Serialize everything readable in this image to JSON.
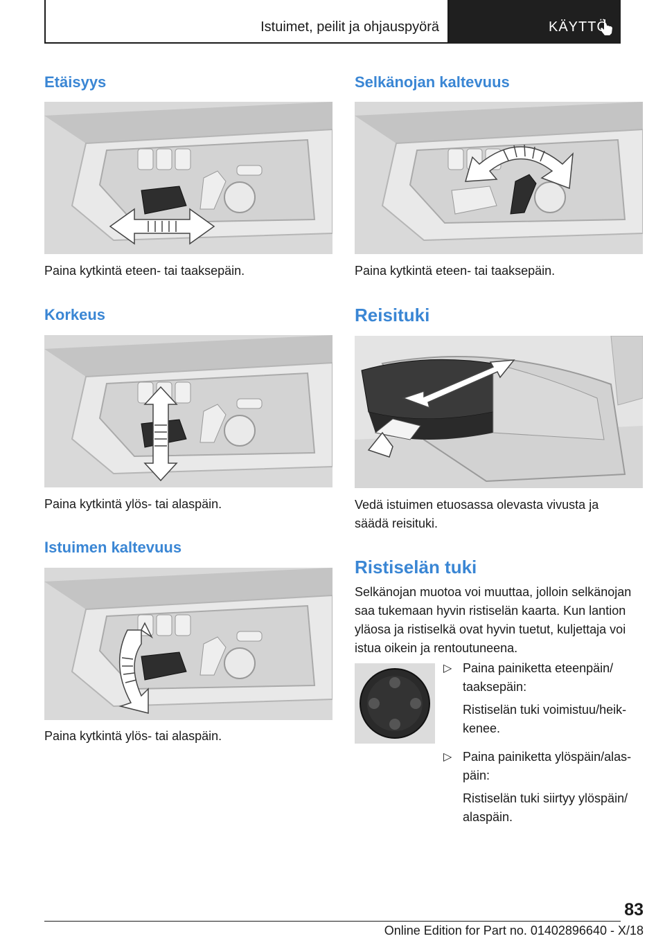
{
  "header": {
    "title": "Istuimet, peilit ja ohjauspyörä",
    "tab_label": "KÄYTTÖ",
    "tab_icon": "pointing-hand-icon"
  },
  "left": {
    "s1_heading": "Etäisyys",
    "s1_caption": "Paina kytkintä eteen- tai taaksepäin.",
    "s2_heading": "Korkeus",
    "s2_caption": "Paina kytkintä ylös- tai alaspäin.",
    "s3_heading": "Istuimen kaltevuus",
    "s3_caption": "Paina kytkintä ylös- tai alaspäin."
  },
  "right": {
    "s1_heading": "Selkänojan kaltevuus",
    "s1_caption": "Paina kytkintä eteen- tai taaksepäin.",
    "s2_heading": "Reisituki",
    "s2_caption": "Vedä istuimen etuosassa olevasta vivusta ja säädä reisituki.",
    "s3_heading": "Ristiselän tuki",
    "s3_text": "Selkänojan muotoa voi muuttaa, jolloin selkäno­jan saa tukemaan hyvin ristiselän kaarta. Kun lan­tion yläosa ja ristiselkä ovat hyvin tuetut, kuljettaja voi istua oikein ja rentoutuneena.",
    "bullets": [
      {
        "mark": "▷",
        "text": "Paina painiketta eteenpäin/ taaksepäin:",
        "result": "Ristiselän tuki voimistuu/heik­kenee."
      },
      {
        "mark": "▷",
        "text": "Paina painiketta ylöspäin/alas­päin:",
        "result": "Ristiselän tuki siirtyy ylöspäin/ alaspäin."
      }
    ]
  },
  "footer": {
    "page_number": "83",
    "edition": "Online Edition for Part no. 01402896640 - X/18"
  },
  "colors": {
    "heading": "#3a86d4",
    "tab_bg": "#1f1f1f"
  }
}
